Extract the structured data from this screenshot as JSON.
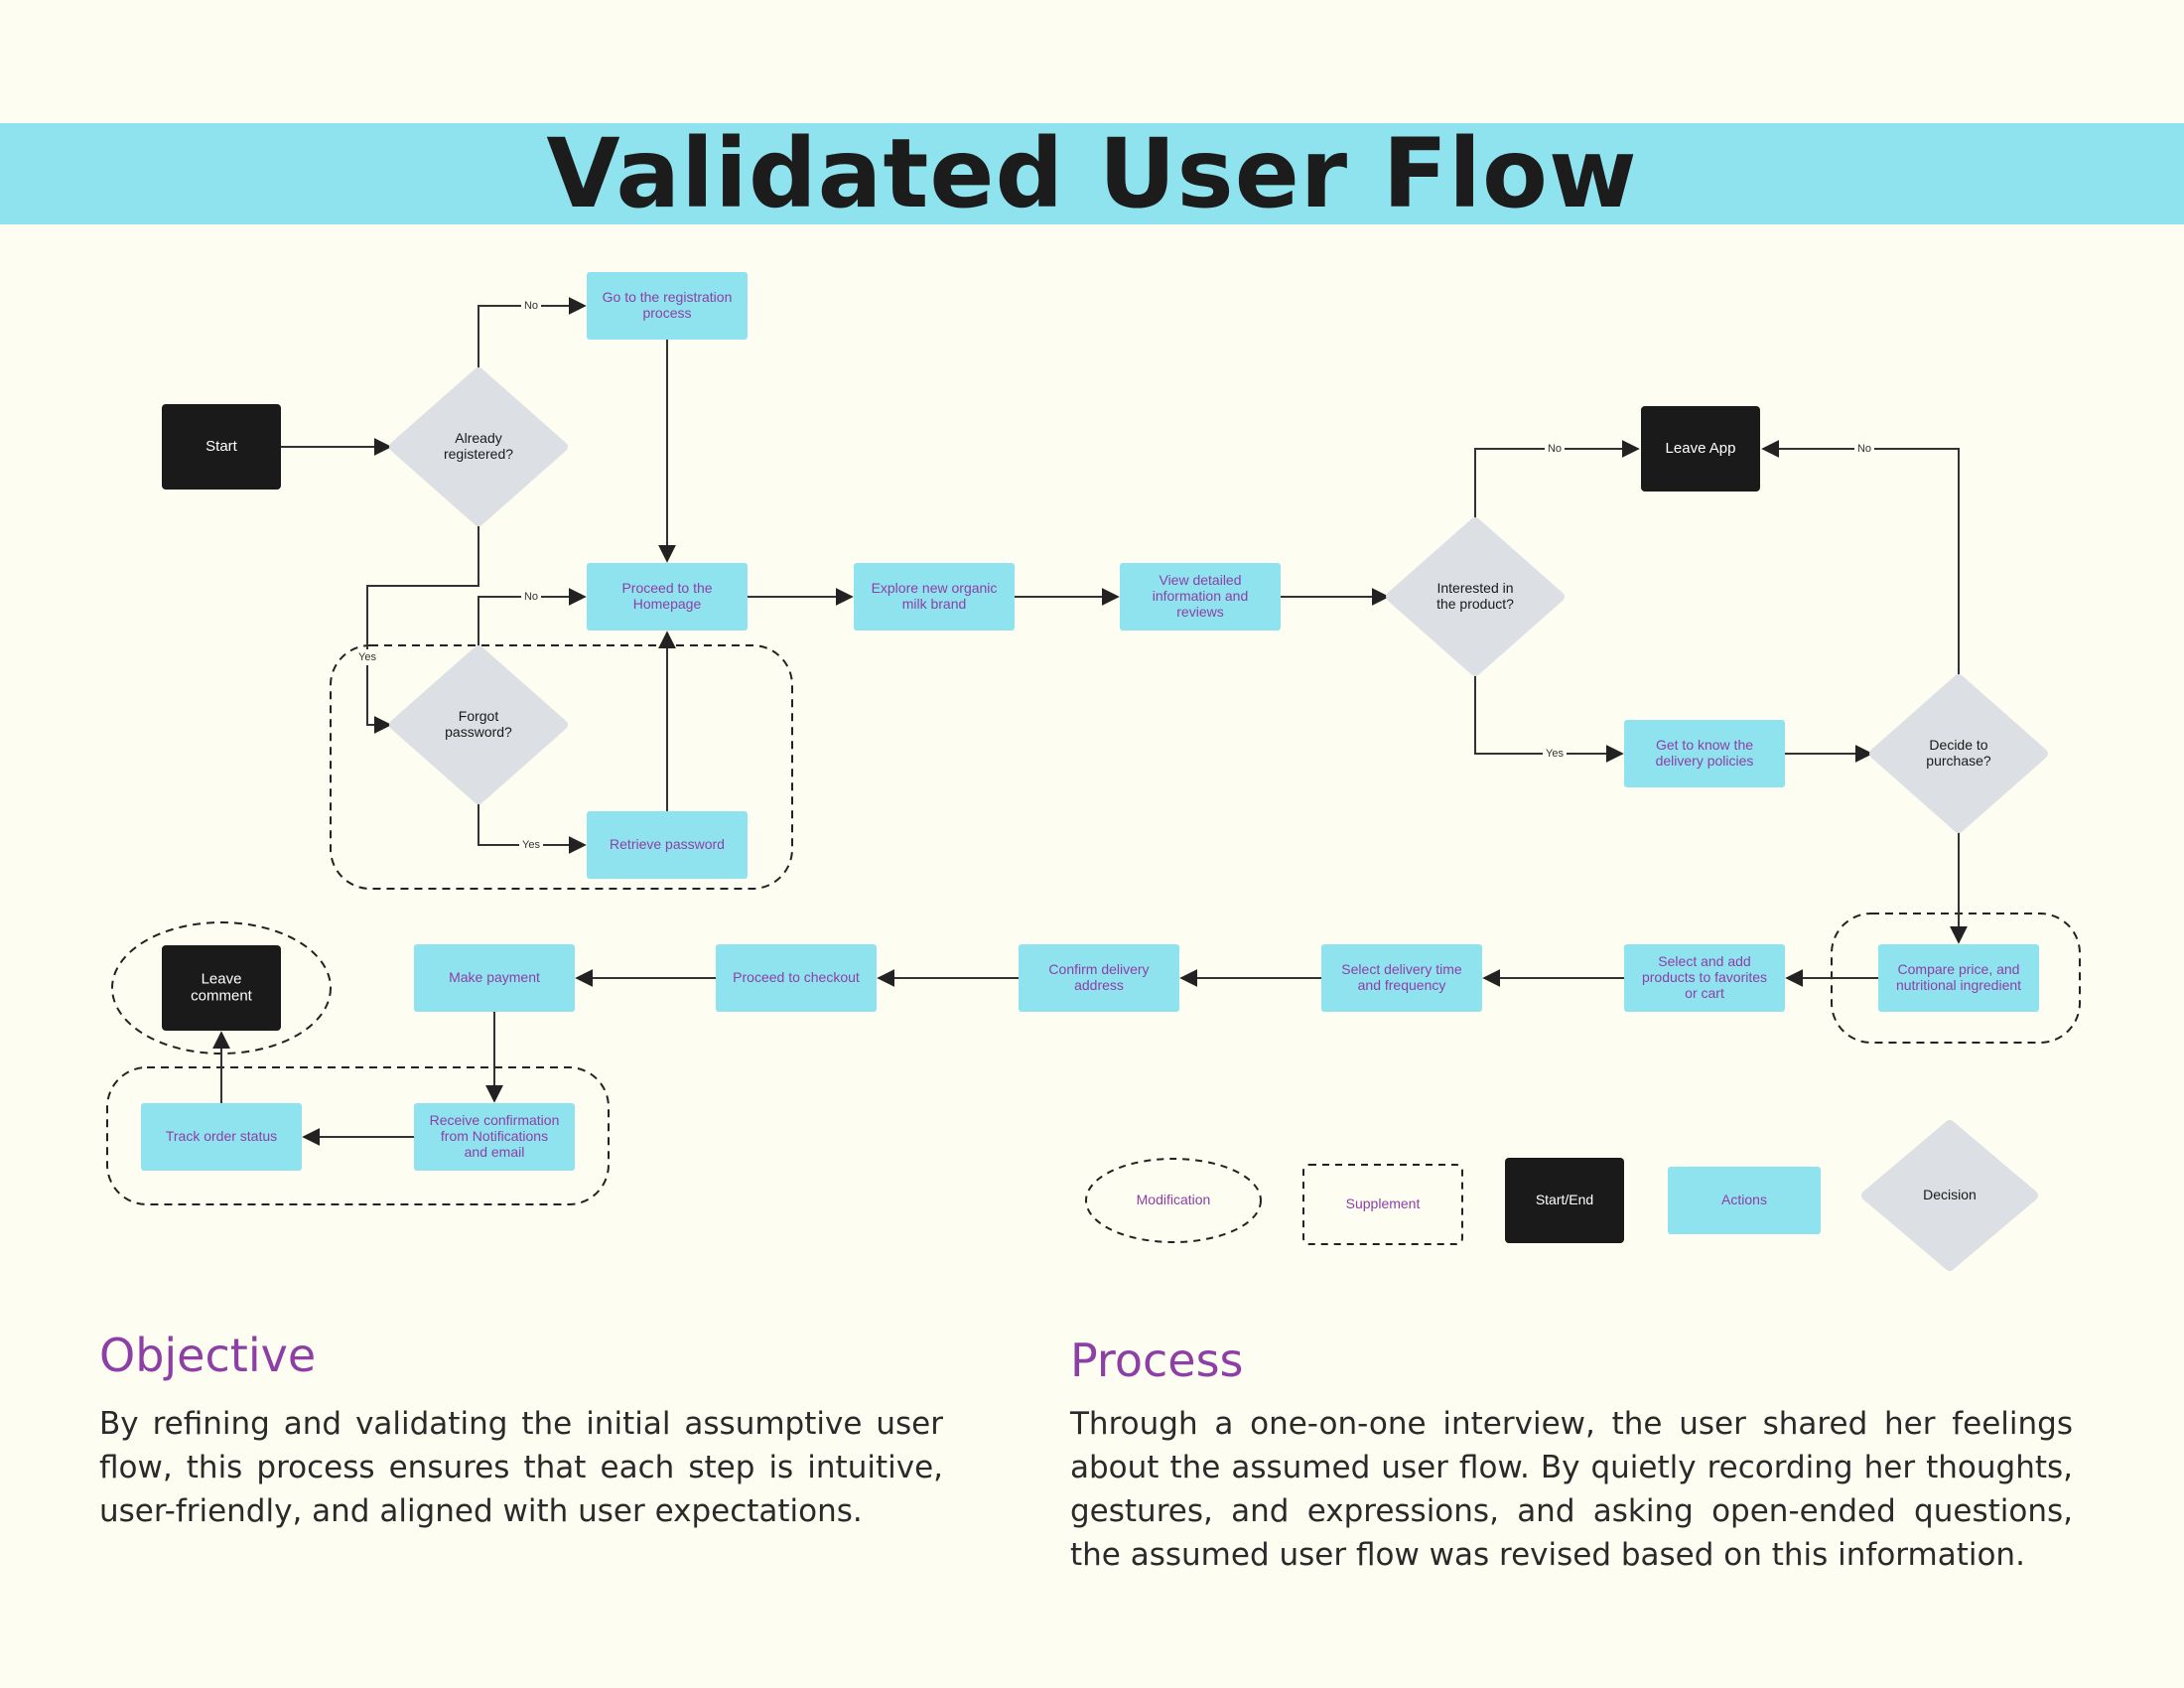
{
  "title": "Validated User Flow",
  "colors": {
    "background": "#fdfdf1",
    "banner": "#8ee3ee",
    "action_fill": "#8ee3ee",
    "action_text": "#8e3fa6",
    "startend_fill": "#1a1a1a",
    "decision_fill": "#dcdfe3",
    "heading": "#8e3fa6"
  },
  "nodes": {
    "start": "Start",
    "already_registered": [
      "Already",
      "registered?"
    ],
    "go_registration": [
      "Go to the registration",
      "process"
    ],
    "proceed_homepage": [
      "Proceed to the",
      "Homepage"
    ],
    "forgot_password": [
      "Forgot",
      "password?"
    ],
    "retrieve_password": [
      "Retrieve password"
    ],
    "explore_brand": [
      "Explore new organic",
      "milk brand"
    ],
    "view_details": [
      "View detailed",
      "information and",
      "reviews"
    ],
    "interested": [
      "Interested in",
      "the product?"
    ],
    "leave_app": "Leave App",
    "delivery_policies": [
      "Get to know the",
      "delivery policies"
    ],
    "decide_purchase": [
      "Decide to",
      "purchase?"
    ],
    "compare_price": [
      "Compare price, and",
      "nutritional ingredient"
    ],
    "select_add": [
      "Select and add",
      "products to favorites",
      "or cart"
    ],
    "select_delivery_time": [
      "Select delivery time",
      "and frequency"
    ],
    "confirm_address": [
      "Confirm delivery",
      "address"
    ],
    "proceed_checkout": [
      "Proceed to checkout"
    ],
    "make_payment": [
      "Make payment"
    ],
    "receive_confirmation": [
      "Receive confirmation",
      "from Notifications",
      "and email"
    ],
    "track_order": [
      "Track order status"
    ],
    "leave_comment": [
      "Leave",
      "comment"
    ]
  },
  "edge_labels": {
    "no": "No",
    "yes": "Yes"
  },
  "legend": {
    "modification": "Modification",
    "supplement": "Supplement",
    "startend": "Start/End",
    "actions": "Actions",
    "decision": "Decision"
  },
  "objective": {
    "heading": "Objective",
    "body": "By refining and validating the initial assumptive user flow, this process ensures that each step is intuitive, user-friendly, and aligned with user expectations."
  },
  "process": {
    "heading": "Process",
    "body": "Through a one-on-one interview, the user shared her feelings about the assumed user flow. By quietly recording her thoughts, gestures, and expressions, and asking open-ended questions, the assumed user flow was revised based on this information."
  }
}
